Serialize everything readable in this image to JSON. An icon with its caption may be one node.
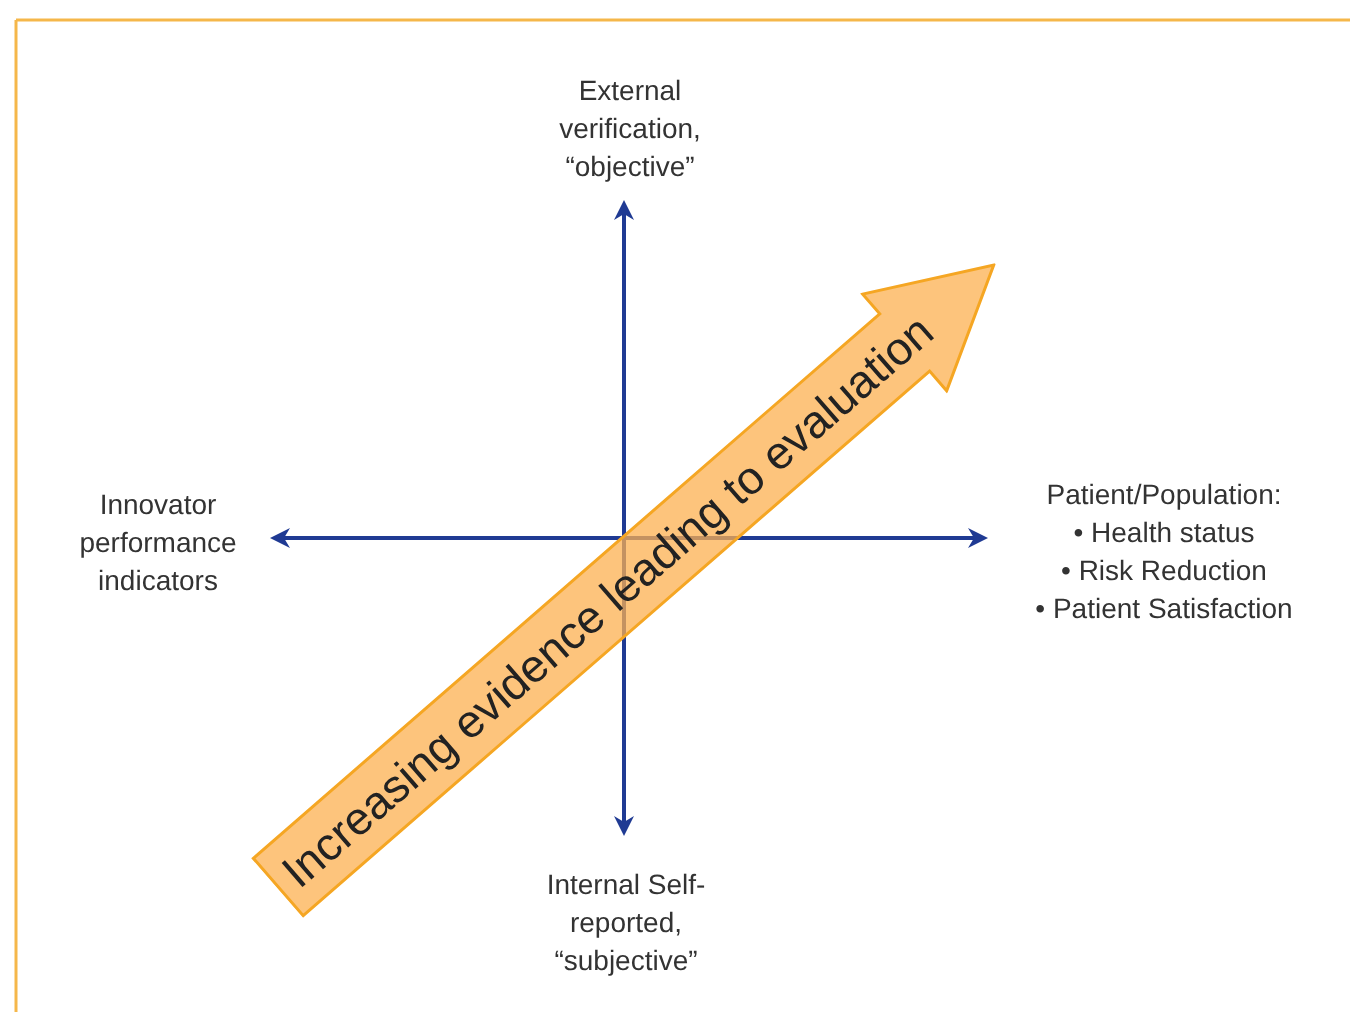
{
  "diagram": {
    "nodes": [
      {
        "text": [
          "Increasing evidence leading to evaluation"
        ]
      }
    ],
    "labels": [
      "External verification, “objective”",
      "Innovator performance indicators",
      "Patient/Population:",
      "• Health status",
      "• Risk Reduction",
      "• Patient Satisfaction",
      "Internal Self-reported, “subjective”"
    ]
  }
}
